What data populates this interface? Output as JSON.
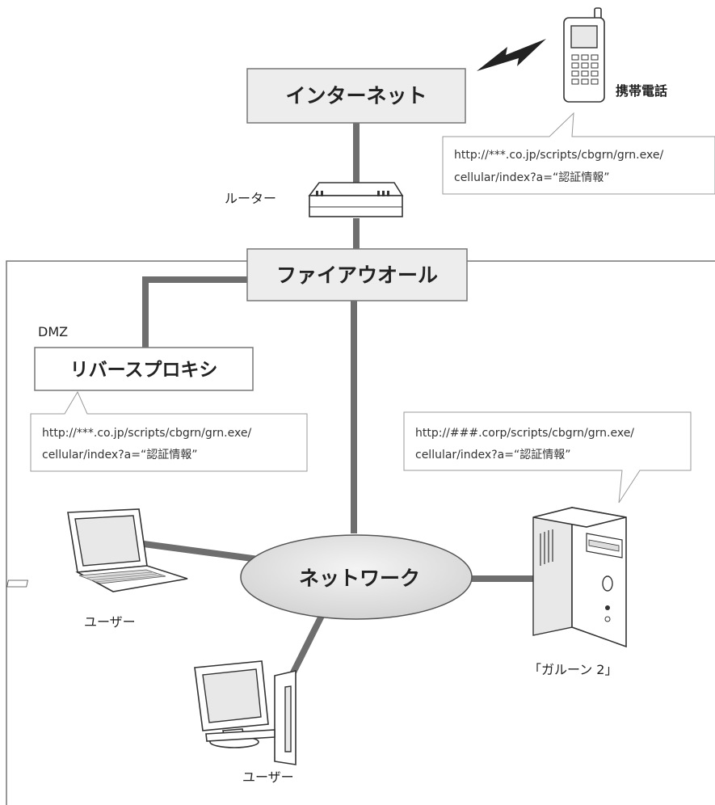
{
  "nodes": {
    "internet": "インターネット",
    "router": "ルーター",
    "firewall": "ファイアウオール",
    "dmz": "DMZ",
    "reverse_proxy": "リバースプロキシ",
    "network": "ネットワーク",
    "mobile_phone": "携帯電話",
    "user_laptop": "ユーザー",
    "user_desktop": "ユーザー",
    "garoon_server": "「ガルーン 2」"
  },
  "callouts": {
    "mobile": {
      "line1": "http://***.co.jp/scripts/cbgrn/grn.exe/",
      "line2": "cellular/index?a=“認証情報”"
    },
    "proxy": {
      "line1": "http://***.co.jp/scripts/cbgrn/grn.exe/",
      "line2": "cellular/index?a=“認証情報”"
    },
    "server": {
      "line1": "http://###.corp/scripts/cbgrn/grn.exe/",
      "line2": "cellular/index?a=“認証情報”"
    }
  }
}
